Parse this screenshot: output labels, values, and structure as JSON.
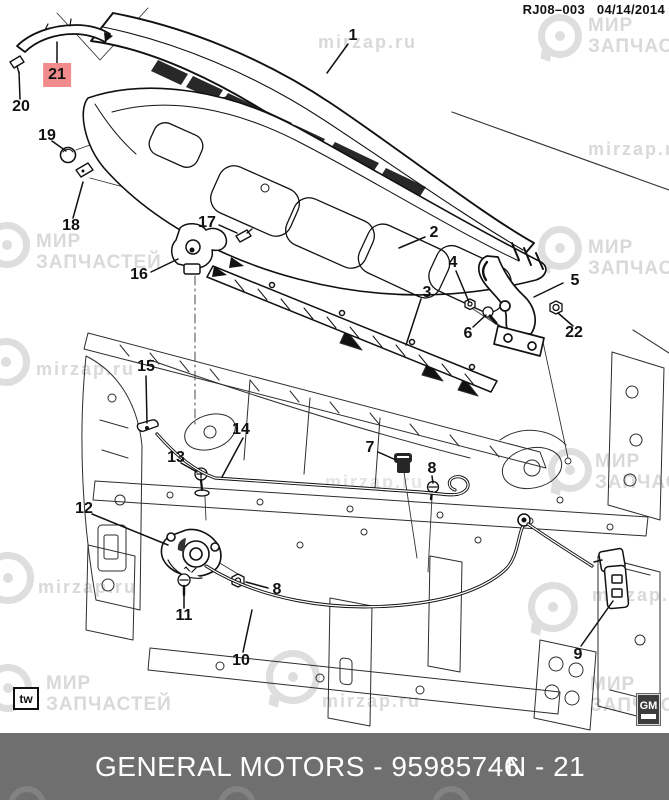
{
  "header": {
    "doc_code": "RJ08–003",
    "date": "04/14/2014"
  },
  "watermark": {
    "brand_line1": "МИР",
    "brand_line2": "ЗАПЧАСТЕЙ",
    "site": "mirzap.ru",
    "color": "#d9d9d9"
  },
  "diagram": {
    "description": "Exploded parts view: hood panel, insulator, cowl vent grille, hinge, latch, release cables and fasteners",
    "highlight_color": "#F28C8C",
    "highlighted_callout": "21",
    "callouts": [
      {
        "label": "1"
      },
      {
        "label": "2"
      },
      {
        "label": "3"
      },
      {
        "label": "4"
      },
      {
        "label": "5"
      },
      {
        "label": "6"
      },
      {
        "label": "7"
      },
      {
        "label": "8"
      },
      {
        "label": "8"
      },
      {
        "label": "9"
      },
      {
        "label": "10"
      },
      {
        "label": "11"
      },
      {
        "label": "12"
      },
      {
        "label": "13"
      },
      {
        "label": "14"
      },
      {
        "label": "15"
      },
      {
        "label": "16"
      },
      {
        "label": "17"
      },
      {
        "label": "18"
      },
      {
        "label": "19"
      },
      {
        "label": "20"
      },
      {
        "label": "21"
      },
      {
        "label": "22"
      }
    ]
  },
  "badges": {
    "tw": "tw",
    "gm": "GM"
  },
  "footer": {
    "title": "GENERAL MOTORS - 95985746",
    "page_ref": "N - 21"
  }
}
